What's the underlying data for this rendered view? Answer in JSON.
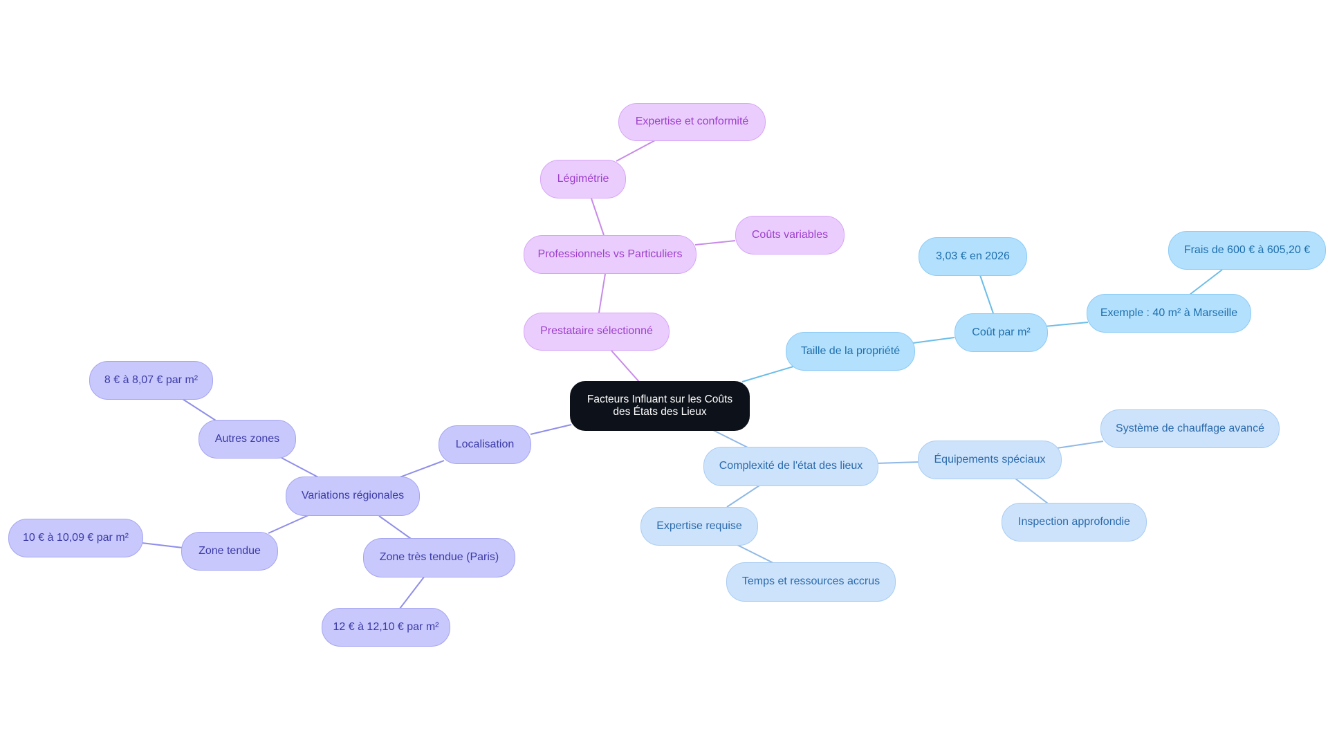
{
  "colors": {
    "root_fill": "#0d1119",
    "pink_fill": "#ebcdfd",
    "pink_text": "#9c3fcb",
    "pink_line": "#c88ae9",
    "sky_fill": "#b3e0fd",
    "sky_text": "#1d6fad",
    "sky_line": "#6bbde8",
    "pale_fill": "#cde3fb",
    "pale_text": "#2b6aab",
    "pale_line": "#8fb8e6",
    "lav_fill": "#c8c8fc",
    "lav_text": "#3b3aa8",
    "lav_line": "#8f8ee9"
  },
  "root": {
    "label": "Facteurs Influant sur les Coûts des États des Lieux"
  },
  "provider": {
    "label": "Prestataire sélectionné",
    "pro_vs_private": "Professionnels vs Particuliers",
    "legimetrie": "Légimétrie",
    "expertise_conformite": "Expertise et conformité",
    "couts_variables": "Coûts variables"
  },
  "size": {
    "label": "Taille de la propriété",
    "cout_m2": "Coût par m²",
    "cout_2026": "3,03 € en 2026",
    "exemple": "Exemple : 40 m² à Marseille",
    "frais": "Frais de 600 € à 605,20 €"
  },
  "complexity": {
    "label": "Complexité de l'état des lieux",
    "equipements": "Équipements spéciaux",
    "chauffage": "Système de chauffage avancé",
    "inspection": "Inspection approfondie",
    "expertise": "Expertise requise",
    "temps": "Temps et ressources accrus"
  },
  "location": {
    "label": "Localisation",
    "variations": "Variations régionales",
    "autres": "Autres zones",
    "autres_prix": "8 € à 8,07 € par m²",
    "tendue": "Zone tendue",
    "tendue_prix": "10 € à 10,09 € par m²",
    "tres_tendue": "Zone très tendue (Paris)",
    "tres_tendue_prix": "12 € à 12,10 € par m²"
  }
}
